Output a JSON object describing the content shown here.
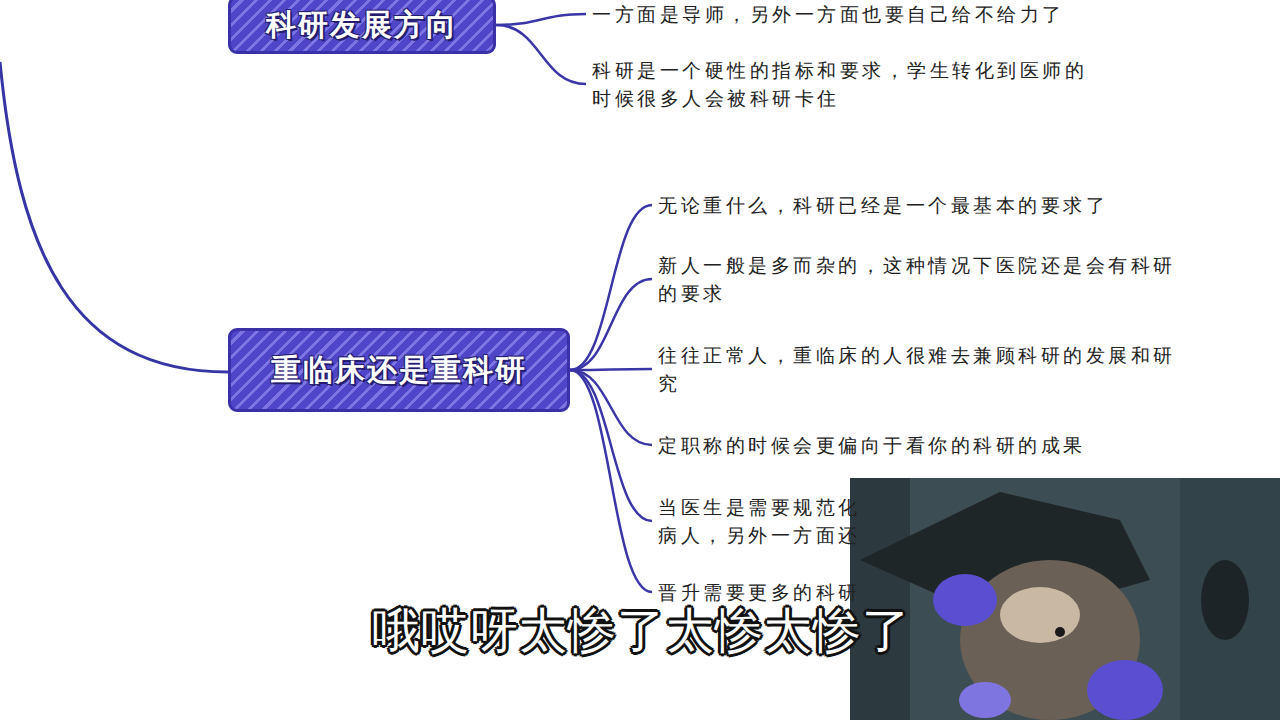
{
  "diagram": {
    "nodes": [
      {
        "text": [
          "科研发展方向"
        ]
      },
      {
        "text": [
          "一方面是导师，另外一方面也要自己给不给力了"
        ]
      },
      {
        "text": [
          "科研是一个硬性的指标和要求，学生转化到医师的 时候很多人会被科研卡住"
        ]
      },
      {
        "text": [
          "重临床还是重科研"
        ]
      },
      {
        "text": [
          "无论重什么，科研已经是一个最基本的要求了"
        ]
      },
      {
        "text": [
          "新人一般是多而杂的，这种情况下医院还是会有科研 的要求"
        ]
      },
      {
        "text": [
          "往往正常人，重临床的人很难去兼顾科研的发展和研 究"
        ]
      },
      {
        "text": [
          "定职称的时候会更偏向于看你的科研的成果"
        ]
      },
      {
        "text": [
          "当医生是需要规范化 病人，另外一方面还"
        ]
      },
      {
        "text": [
          "晋升需要更多的科研"
        ]
      }
    ],
    "edges": [
      {
        "from": 0,
        "to": 1,
        "arrow": "none"
      },
      {
        "from": 0,
        "to": 2,
        "arrow": "none"
      },
      {
        "from": 3,
        "to": 4,
        "arrow": "none"
      },
      {
        "from": 3,
        "to": 5,
        "arrow": "none"
      },
      {
        "from": 3,
        "to": 6,
        "arrow": "none"
      },
      {
        "from": 3,
        "to": 7,
        "arrow": "none"
      },
      {
        "from": 3,
        "to": 8,
        "arrow": "none"
      },
      {
        "from": 3,
        "to": 9,
        "arrow": "none"
      }
    ],
    "labels": [
      "哦哎呀太惨了太惨太惨了"
    ]
  }
}
